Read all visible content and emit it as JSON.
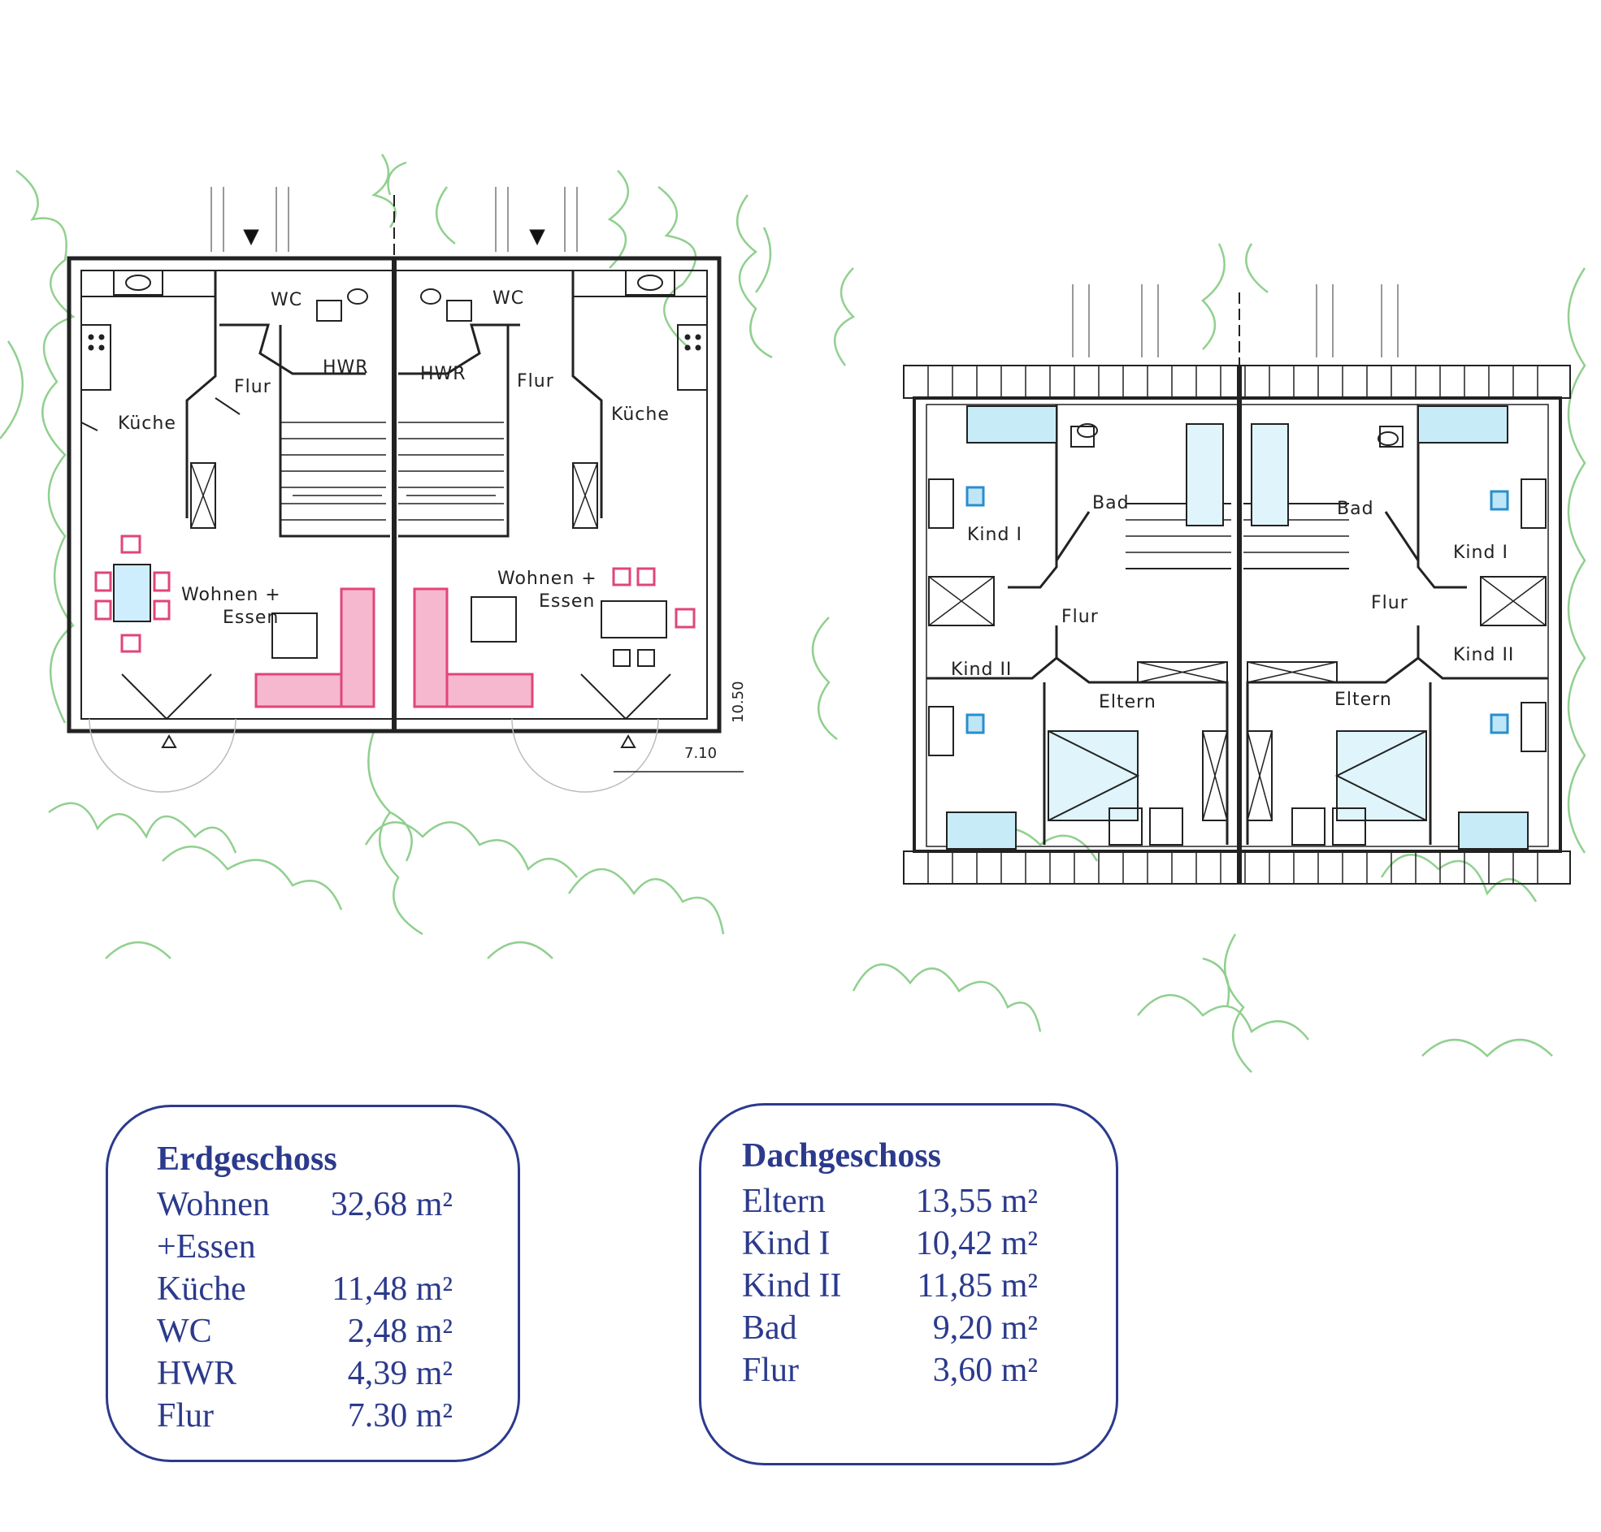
{
  "ground_floor_labels": {
    "left": {
      "wc": "WC",
      "hwr": "HWR",
      "flur": "Flur",
      "kueche": "Küche",
      "wohnen": "Wohnen  +",
      "essen": "Essen"
    },
    "right": {
      "wc": "WC",
      "hwr": "HWR",
      "flur": "Flur",
      "kueche": "Küche",
      "wohnen": "Wohnen  +",
      "essen": "Essen"
    },
    "dim_depth": "10.50",
    "dim_width": "7.10"
  },
  "upper_floor_labels": {
    "left": {
      "bad": "Bad",
      "kind1": "Kind  I",
      "kind2": "Kind  II",
      "flur": "Flur",
      "eltern": "Eltern"
    },
    "right": {
      "bad": "Bad",
      "kind1": "Kind  I",
      "kind2": "Kind  II",
      "flur": "Flur",
      "eltern": "Eltern"
    }
  },
  "legend_erdgeschoss": {
    "title": "Erdgeschoss",
    "rows": [
      {
        "label": "Wohnen",
        "value": "32,68 m²"
      },
      {
        "label": "+Essen",
        "value": ""
      },
      {
        "label": "Küche",
        "value": "11,48 m²"
      },
      {
        "label": "WC",
        "value": "2,48 m²"
      },
      {
        "label": "HWR",
        "value": "4,39 m²"
      },
      {
        "label": "Flur",
        "value": "7.30 m²"
      }
    ]
  },
  "legend_dachgeschoss": {
    "title": "Dachgeschoss",
    "rows": [
      {
        "label": "Eltern",
        "value": "13,55 m²"
      },
      {
        "label": "Kind I",
        "value": "10,42 m²"
      },
      {
        "label": "Kind II",
        "value": "11,85 m²"
      },
      {
        "label": "Bad",
        "value": "9,20 m²"
      },
      {
        "label": "Flur",
        "value": "3,60 m²"
      }
    ]
  },
  "colors": {
    "legend_text": "#2b3a8c",
    "tree_green": "#6cc06a",
    "sofa_pink": "#e0457a",
    "bed_cyan": "#8ed8ec",
    "wall": "#222222"
  }
}
